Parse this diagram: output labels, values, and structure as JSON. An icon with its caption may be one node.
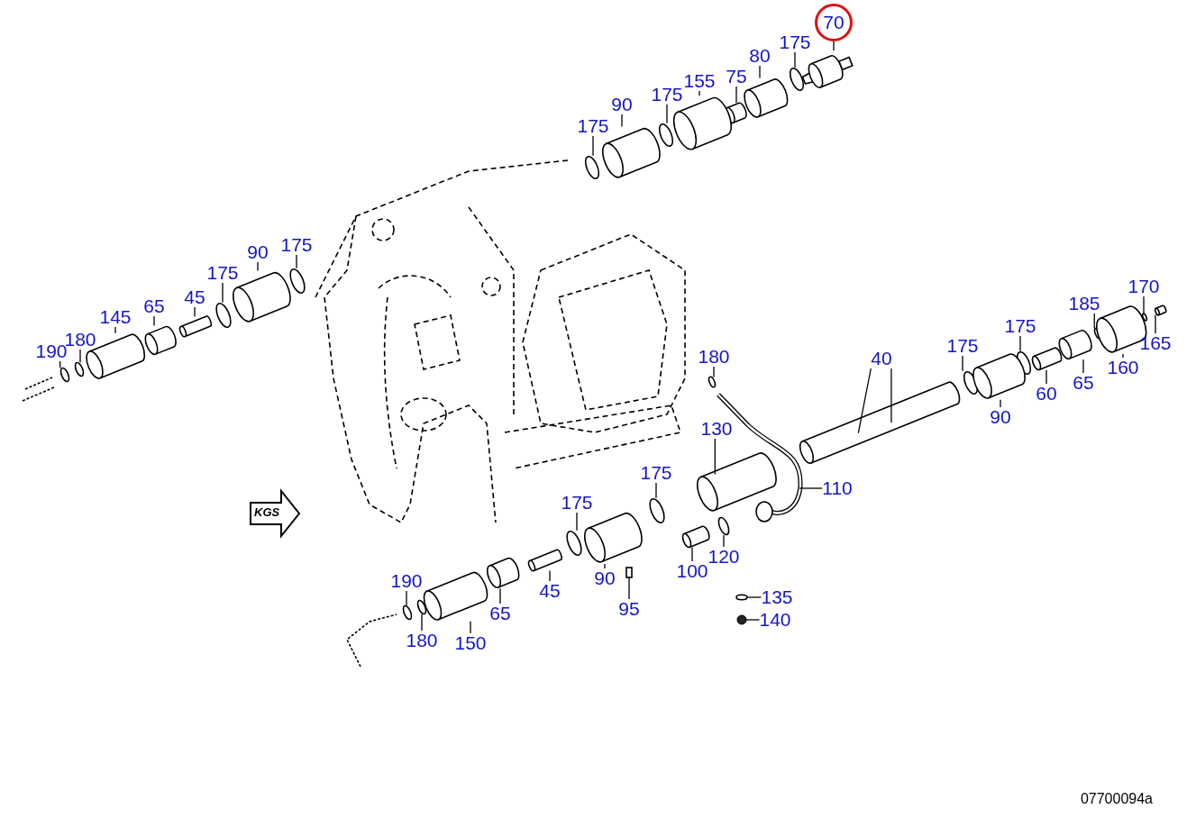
{
  "diagram": {
    "nodes": [
      {
        "text": [
          "70"
        ]
      },
      {
        "text": [
          "175"
        ]
      },
      {
        "text": [
          "80"
        ]
      },
      {
        "text": [
          "75"
        ]
      },
      {
        "text": [
          "155"
        ]
      },
      {
        "text": [
          "175"
        ]
      },
      {
        "text": [
          "90"
        ]
      },
      {
        "text": [
          "175"
        ]
      },
      {
        "text": [
          "175"
        ]
      },
      {
        "text": [
          "90"
        ]
      },
      {
        "text": [
          "175"
        ]
      },
      {
        "text": [
          "45"
        ]
      },
      {
        "text": [
          "65"
        ]
      },
      {
        "text": [
          "145"
        ]
      },
      {
        "text": [
          "180"
        ]
      },
      {
        "text": [
          "190"
        ]
      },
      {
        "text": [
          "170"
        ]
      },
      {
        "text": [
          "185"
        ]
      },
      {
        "text": [
          "175"
        ]
      },
      {
        "text": [
          "165"
        ]
      },
      {
        "text": [
          "175"
        ]
      },
      {
        "text": [
          "40"
        ]
      },
      {
        "text": [
          "180"
        ]
      },
      {
        "text": [
          "160"
        ]
      },
      {
        "text": [
          "65"
        ]
      },
      {
        "text": [
          "60"
        ]
      },
      {
        "text": [
          "90"
        ]
      },
      {
        "text": [
          "130"
        ]
      },
      {
        "text": [
          "110"
        ]
      },
      {
        "text": [
          "175"
        ]
      },
      {
        "text": [
          "175"
        ]
      },
      {
        "text": [
          "120"
        ]
      },
      {
        "text": [
          "100"
        ]
      },
      {
        "text": [
          "90"
        ]
      },
      {
        "text": [
          "45"
        ]
      },
      {
        "text": [
          "190"
        ]
      },
      {
        "text": [
          "135"
        ]
      },
      {
        "text": [
          "95"
        ]
      },
      {
        "text": [
          "65"
        ]
      },
      {
        "text": [
          "140"
        ]
      },
      {
        "text": [
          "150"
        ]
      },
      {
        "text": [
          "180"
        ]
      },
      {
        "text": [
          "KGS"
        ]
      },
      {
        "text": [],
        "shape": "picture"
      },
      {
        "text": [],
        "shape": "circle"
      },
      {
        "text": [],
        "shape": "cylinder"
      },
      {
        "text": [],
        "shape": "cylinder"
      },
      {
        "text": [],
        "shape": "cylinder"
      },
      {
        "text": [],
        "shape": "circle"
      },
      {
        "text": [],
        "shape": "cylinder"
      },
      {
        "text": [],
        "shape": "circle"
      },
      {
        "text": [],
        "shape": "circle"
      },
      {
        "text": [],
        "shape": "cylinder"
      },
      {
        "text": [],
        "shape": "circle"
      },
      {
        "text": [],
        "shape": "cylinder"
      },
      {
        "text": [],
        "shape": "cylinder"
      },
      {
        "text": [],
        "shape": "cylinder"
      },
      {
        "text": [],
        "shape": "circle"
      },
      {
        "text": [],
        "shape": "circle"
      },
      {
        "text": [],
        "shape": "circle"
      },
      {
        "text": [],
        "shape": "circle"
      },
      {
        "text": [],
        "shape": "circle"
      },
      {
        "text": [],
        "shape": "cylinder"
      },
      {
        "text": [],
        "shape": "circle"
      },
      {
        "text": [],
        "shape": "cylinder"
      },
      {
        "text": [],
        "shape": "circle"
      },
      {
        "text": [],
        "shape": "cylinder"
      },
      {
        "text": [],
        "shape": "cylinder"
      },
      {
        "text": [],
        "shape": "cylinder"
      },
      {
        "text": [],
        "shape": "cylinder"
      },
      {
        "text": [],
        "shape": "cylinder"
      },
      {
        "text": [],
        "shape": "picture"
      },
      {
        "text": [],
        "shape": "circle"
      },
      {
        "text": [],
        "shape": "circle"
      },
      {
        "text": [],
        "shape": "circle"
      },
      {
        "text": [],
        "shape": "cylinder"
      },
      {
        "text": [],
        "shape": "cylinder"
      },
      {
        "text": [],
        "shape": "cylinder"
      },
      {
        "text": [],
        "shape": "circle"
      },
      {
        "text": [],
        "shape": "circle"
      },
      {
        "text": [],
        "shape": "picture"
      },
      {
        "text": [],
        "shape": "cylinder"
      },
      {
        "text": [],
        "shape": "picture"
      },
      {
        "text": [],
        "shape": "cylinder"
      },
      {
        "text": [],
        "shape": "circle"
      }
    ],
    "edges": [
      {
        "from": 0,
        "to": 43,
        "arrow": "none"
      },
      {
        "from": 1,
        "to": 44,
        "arrow": "none"
      },
      {
        "from": 2,
        "to": 45,
        "arrow": "none"
      },
      {
        "from": 3,
        "to": 46,
        "arrow": "none"
      },
      {
        "from": 4,
        "to": 47,
        "arrow": "none"
      },
      {
        "from": 5,
        "to": 48,
        "arrow": "none"
      },
      {
        "from": 6,
        "to": 49,
        "arrow": "none"
      },
      {
        "from": 7,
        "to": 50,
        "arrow": "none"
      },
      {
        "from": 8,
        "to": 51,
        "arrow": "none"
      },
      {
        "from": 9,
        "to": 52,
        "arrow": "none"
      },
      {
        "from": 10,
        "to": 53,
        "arrow": "none"
      },
      {
        "from": 11,
        "to": 54,
        "arrow": "none"
      },
      {
        "from": 12,
        "to": 55,
        "arrow": "none"
      },
      {
        "from": 13,
        "to": 56,
        "arrow": "none"
      },
      {
        "from": 14,
        "to": 57,
        "arrow": "none"
      },
      {
        "from": 15,
        "to": 58,
        "arrow": "none"
      },
      {
        "from": 16,
        "to": 59,
        "arrow": "none"
      },
      {
        "from": 17,
        "to": 60,
        "arrow": "none"
      },
      {
        "from": 18,
        "to": 61,
        "arrow": "none"
      },
      {
        "from": 19,
        "to": 62,
        "arrow": "none"
      },
      {
        "from": 20,
        "to": 63,
        "arrow": "none"
      },
      {
        "from": 21,
        "to": 64,
        "arrow": "none"
      },
      {
        "from": 21,
        "to": 64,
        "arrow": "none"
      },
      {
        "from": 22,
        "to": 65,
        "arrow": "none"
      },
      {
        "from": 23,
        "to": 66,
        "arrow": "none"
      },
      {
        "from": 24,
        "to": 67,
        "arrow": "none"
      },
      {
        "from": 25,
        "to": 68,
        "arrow": "none"
      },
      {
        "from": 26,
        "to": 69,
        "arrow": "none"
      },
      {
        "from": 27,
        "to": 70,
        "arrow": "none"
      },
      {
        "from": 28,
        "to": 71,
        "arrow": "none"
      },
      {
        "from": 29,
        "to": 72,
        "arrow": "none"
      },
      {
        "from": 30,
        "to": 73,
        "arrow": "none"
      },
      {
        "from": 31,
        "to": 74,
        "arrow": "none"
      },
      {
        "from": 32,
        "to": 75,
        "arrow": "none"
      },
      {
        "from": 33,
        "to": 76,
        "arrow": "none"
      },
      {
        "from": 34,
        "to": 77,
        "arrow": "none"
      },
      {
        "from": 35,
        "to": 78,
        "arrow": "none"
      },
      {
        "from": 36,
        "to": 79,
        "arrow": "none"
      },
      {
        "from": 37,
        "to": 80,
        "arrow": "none"
      },
      {
        "from": 38,
        "to": 81,
        "arrow": "none"
      },
      {
        "from": 39,
        "to": 82,
        "arrow": "none"
      },
      {
        "from": 40,
        "to": 83,
        "arrow": "none"
      },
      {
        "from": 41,
        "to": 84,
        "arrow": "none"
      }
    ],
    "labels": [
      "07700094a"
    ]
  }
}
